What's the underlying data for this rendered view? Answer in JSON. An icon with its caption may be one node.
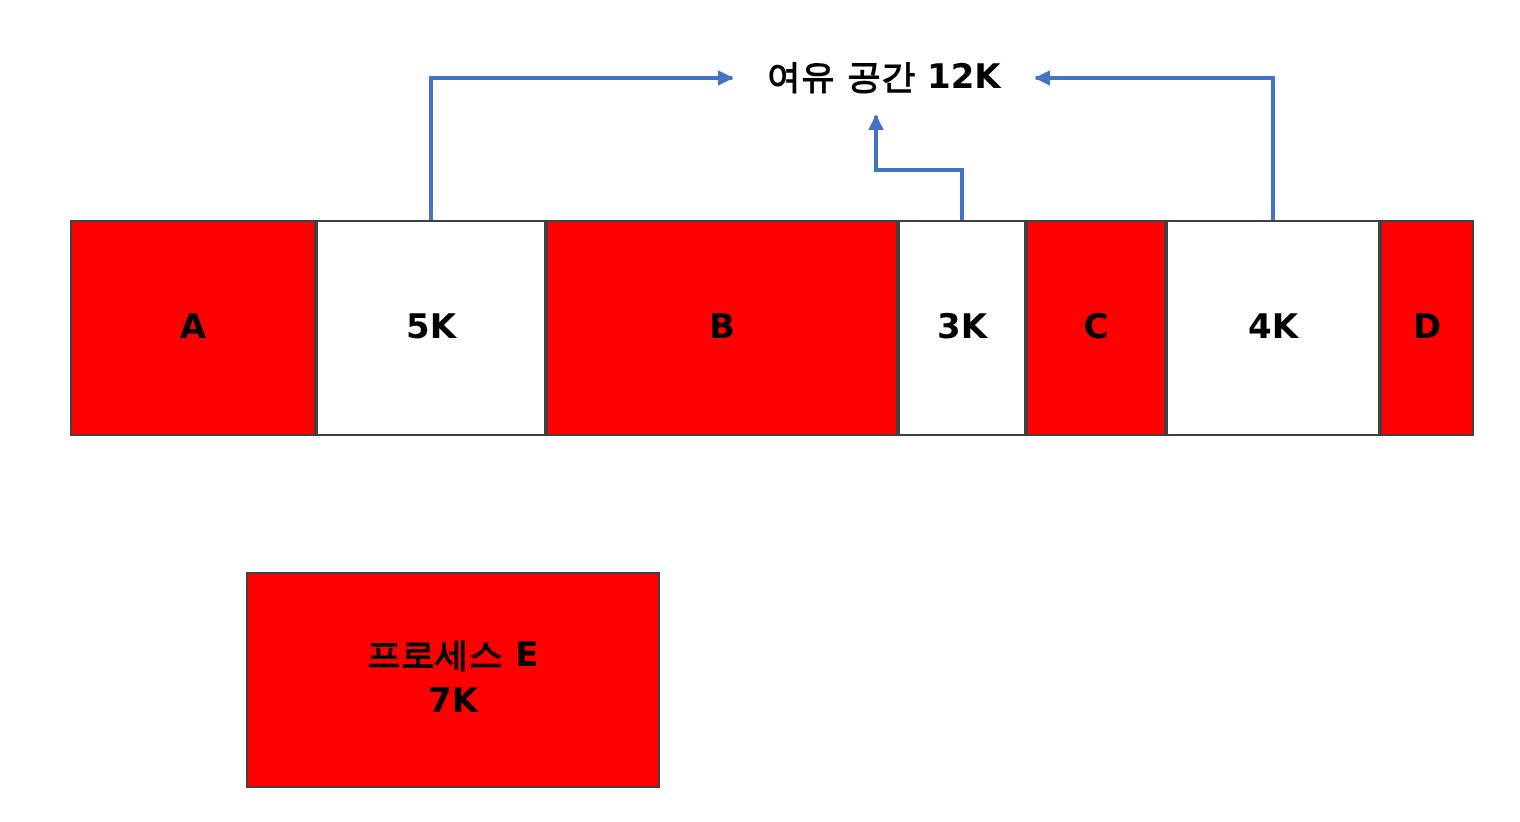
{
  "diagram": {
    "nodes": [
      {
        "text": [
          "A"
        ]
      },
      {
        "text": [
          "5K"
        ]
      },
      {
        "text": [
          "B"
        ]
      },
      {
        "text": [
          "3K"
        ]
      },
      {
        "text": [
          "C"
        ]
      },
      {
        "text": [
          "4K"
        ]
      },
      {
        "text": [
          "D"
        ]
      },
      {
        "text": [
          "여유 공간 12K"
        ]
      },
      {
        "text": [
          "프로세스 E",
          "7K"
        ]
      }
    ],
    "edges": [
      {
        "from": 1,
        "to": 7,
        "arrow": "to"
      },
      {
        "from": 3,
        "to": 7,
        "arrow": "to"
      },
      {
        "from": 5,
        "to": 7,
        "arrow": "to"
      }
    ]
  }
}
